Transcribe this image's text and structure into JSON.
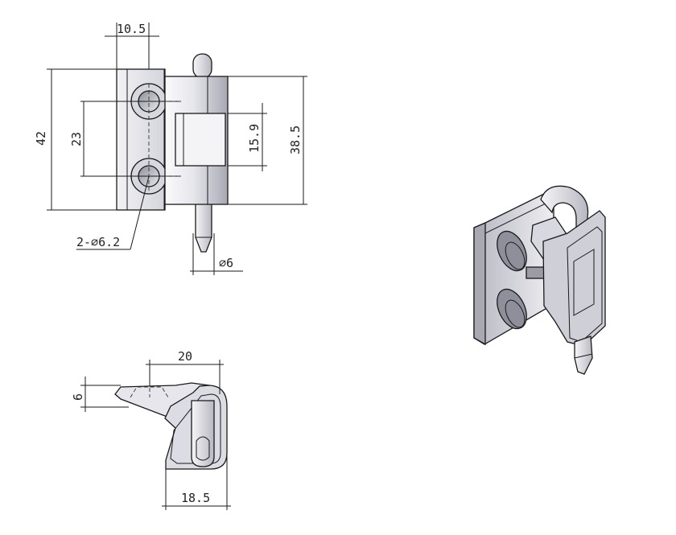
{
  "drawing": {
    "dimensions": {
      "flap_width": "10.5",
      "total_height": "42",
      "hole_spacing": "23",
      "hole_callout": "2-∅6.2",
      "knuckle_length": "15.9",
      "body_height": "38.5",
      "pin_diameter": "∅6",
      "top_width": "20",
      "top_thickness": "6",
      "bottom_width": "18.5"
    },
    "colors": {
      "metal_light": "#e4e4ea",
      "metal_mid": "#c9c9d2",
      "metal_dark": "#8d8d99",
      "line": "#1a1a1a"
    }
  }
}
